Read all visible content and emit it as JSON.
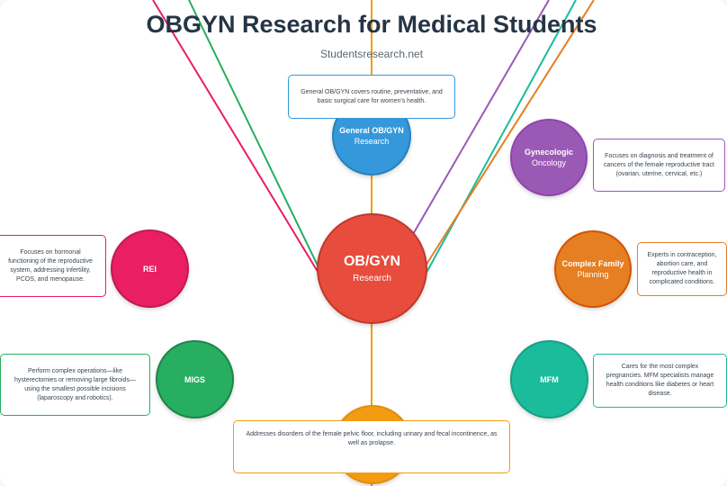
{
  "title": "OBGYN Research for Medical Students",
  "subtitle": "Studentsresearch.net",
  "center": {
    "line1": "OB/GYN",
    "line2": "Research",
    "color": "#e74c3c",
    "border": "#c0392b"
  },
  "nodes": {
    "general": {
      "line1": "General OB/GYN",
      "line2": "Research",
      "color": "#3498db",
      "border": "#2980b9",
      "desc": "General OB/GYN covers routine, preventative, and basic surgical care for women's health."
    },
    "gyn_onc": {
      "line1": "Gynecologic",
      "line2": "Oncology",
      "color": "#9b59b6",
      "border": "#8e44ad",
      "desc": "Focuses on diagnosis and treatment of cancers of the female reproductive tract (ovarian, uterine, cervical, etc.)"
    },
    "rei": {
      "line1": "REI",
      "line2": "",
      "color": "#e91e63",
      "border": "#c2185b",
      "desc": "Focuses on hormonal functioning of the reproductive system, addressing infertility, PCOS, and menopause."
    },
    "cfp": {
      "line1": "Complex Family",
      "line2": "Planning",
      "color": "#e67e22",
      "border": "#d35400",
      "desc": "Experts in contraception, abortion care, and reproductive health in complicated conditions."
    },
    "migs": {
      "line1": "MIGS",
      "line2": "",
      "color": "#27ae60",
      "border": "#1e8449",
      "desc": "Perform complex operations—like hysterectomies or removing large fibroids—using the smallest possible incisions (laparoscopy and robotics)."
    },
    "mfm": {
      "line1": "MFM",
      "line2": "",
      "color": "#1abc9c",
      "border": "#16a085",
      "desc": "Cares for the most complex pregnancies. MFM specialists manage health conditions like diabetes or heart disease."
    },
    "upog": {
      "line1": "",
      "line2": "",
      "color": "#f39c12",
      "border": "#e08e0b",
      "desc": "Addresses disorders of the female pelvic floor, including urinary and fecal incontinence, as well as prolapse."
    }
  }
}
